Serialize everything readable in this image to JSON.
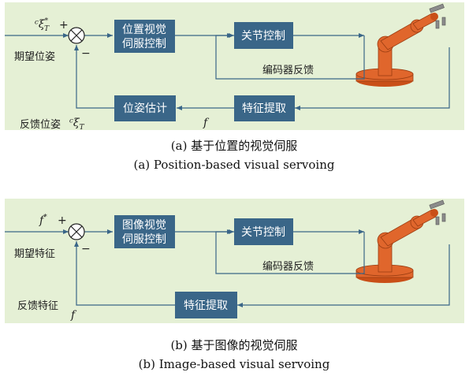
{
  "panel_a": {
    "ref_symbol": "ᶜξ",
    "ref_sub": "T",
    "ref_sup": "*",
    "plus": "+",
    "minus": "−",
    "desired_label": "期望位姿",
    "ctrl_line1": "位置视觉",
    "ctrl_line2": "伺服控制",
    "joint_ctrl": "关节控制",
    "encoder_fb": "编码器反馈",
    "pose_est": "位姿估计",
    "feature_ext": "特征提取",
    "f_label": "f",
    "feedback_label": "反馈位姿",
    "fb_symbol": "ᶜξ",
    "fb_sub": "T",
    "caption_cn": "(a) 基于位置的视觉伺服",
    "caption_en": "(a) Position-based visual servoing"
  },
  "panel_b": {
    "ref_symbol": "f",
    "ref_sup": "*",
    "plus": "+",
    "minus": "−",
    "desired_label": "期望特征",
    "ctrl_line1": "图像视觉",
    "ctrl_line2": "伺服控制",
    "joint_ctrl": "关节控制",
    "encoder_fb": "编码器反馈",
    "feature_ext": "特征提取",
    "feedback_label": "反馈特征",
    "f_label": "f",
    "caption_cn": "(b) 基于图像的视觉伺服",
    "caption_en": "(b) Image-based visual servoing"
  },
  "colors": {
    "panel": "#e5f0d5",
    "block": "#3a6688",
    "robot": "#e0662c"
  }
}
